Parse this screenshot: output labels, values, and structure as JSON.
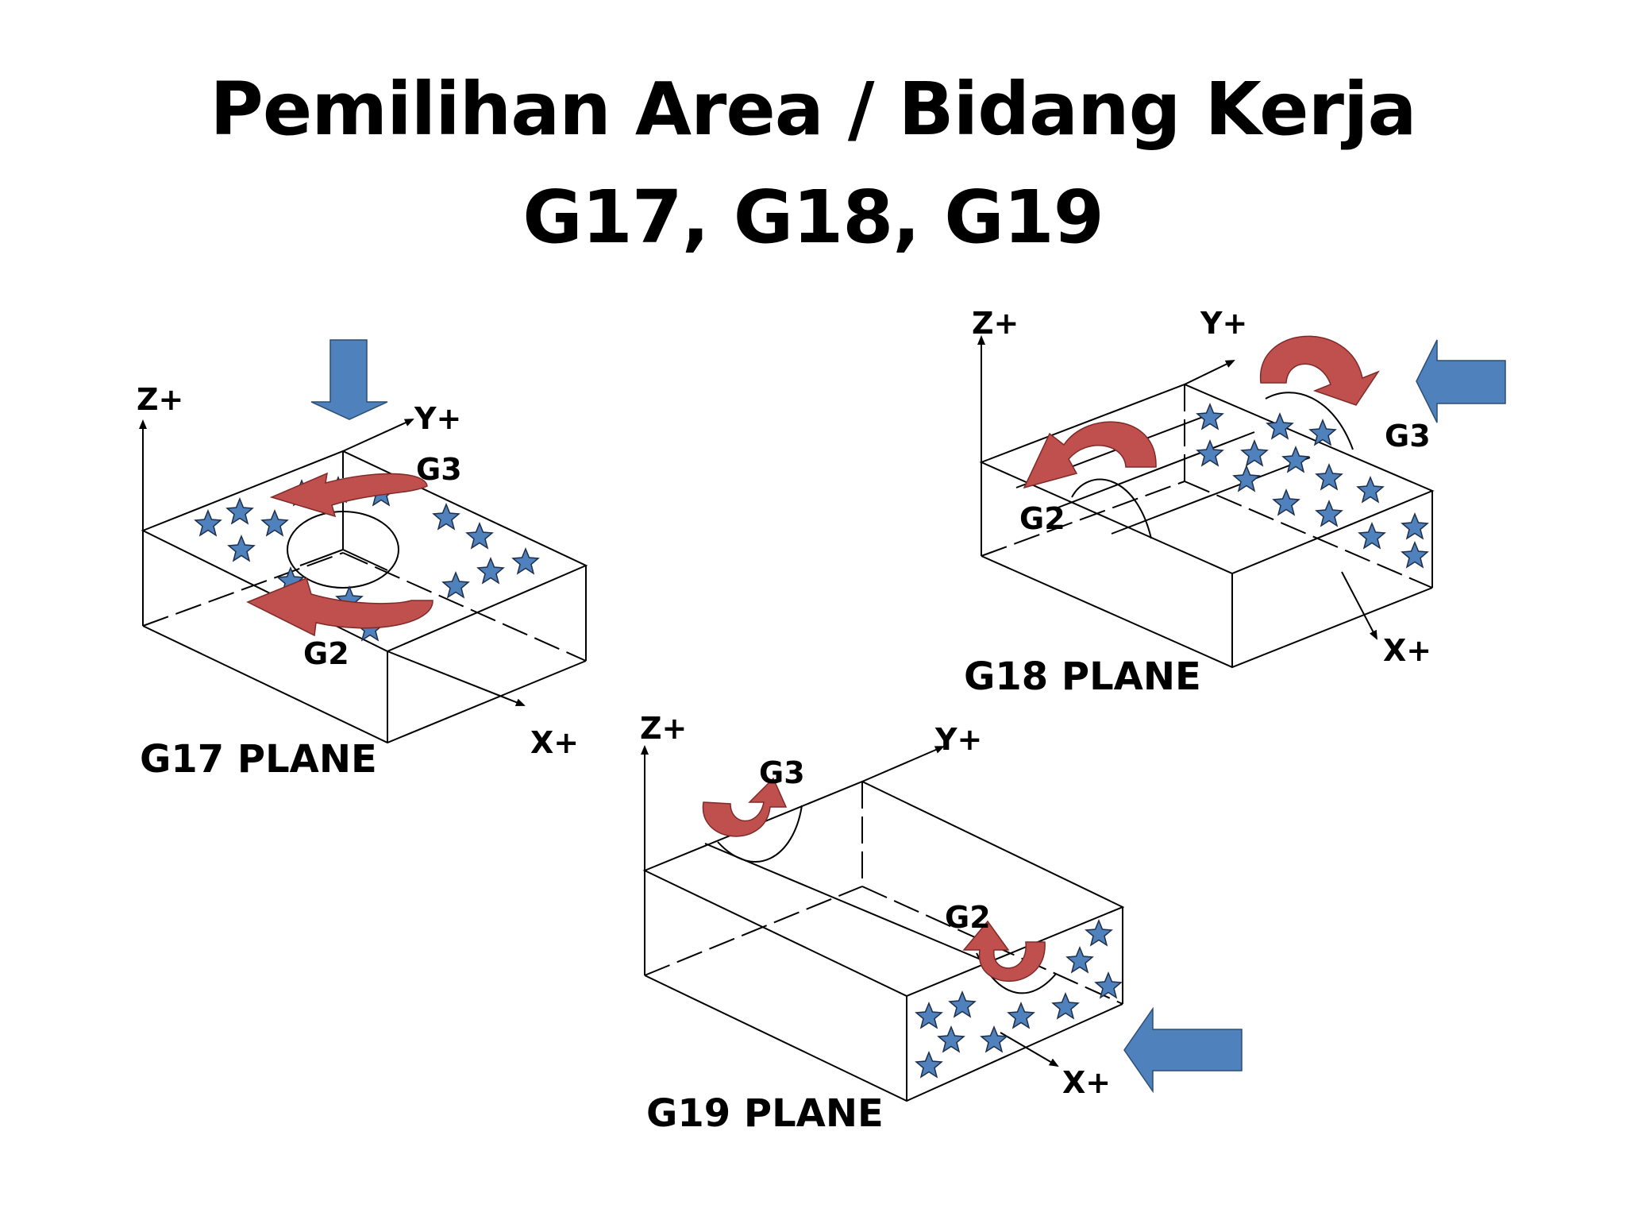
{
  "slide": {
    "title_line1": "Pemilihan Area / Bidang Kerja",
    "title_line2": "G17, G18, G19"
  },
  "colors": {
    "circular_arrow": "#c0504d",
    "direction_arrow": "#4f81bd",
    "star": "#4f81bd",
    "line": "#000000"
  },
  "g17": {
    "plane_label": "G17 PLANE",
    "axis_z": "Z+",
    "axis_y": "Y+",
    "axis_x": "X+",
    "cw_label": "G2",
    "ccw_label": "G3"
  },
  "g18": {
    "plane_label": "G18 PLANE",
    "axis_z": "Z+",
    "axis_y": "Y+",
    "axis_x": "X+",
    "cw_label": "G2",
    "ccw_label": "G3"
  },
  "g19": {
    "plane_label": "G19 PLANE",
    "axis_z": "Z+",
    "axis_y": "Y+",
    "axis_x": "X+",
    "cw_label": "G2",
    "ccw_label": "G3"
  }
}
